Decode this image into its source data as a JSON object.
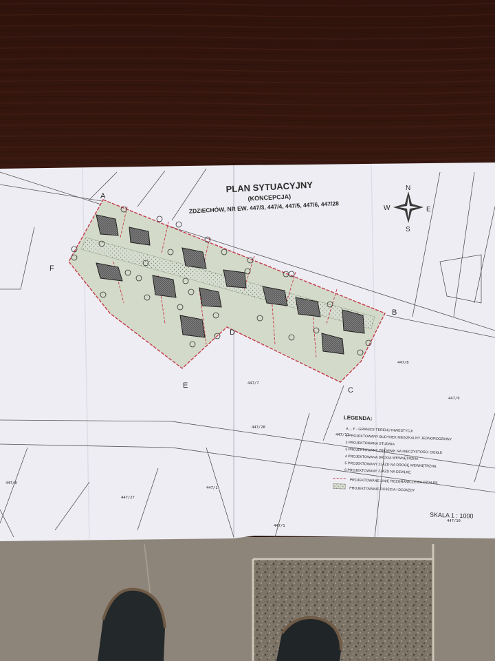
{
  "plan": {
    "title": "PLAN SYTUACYJNY",
    "subtitle": "(KONCEPCJA)",
    "location": "ZDZIECHÓW, NR EW. 447/3, 447/4, 447/5, 447/6, 447/28"
  },
  "compass": {
    "north": "N",
    "south": "S",
    "east": "E",
    "west": "W"
  },
  "corners": {
    "a": "A",
    "b": "B",
    "c": "C",
    "d": "D",
    "e": "E",
    "f": "F"
  },
  "parcels": {
    "p1": "447/7",
    "p2": "447/28",
    "p3": "447/8",
    "p4": "447/9",
    "p5": "447/27",
    "p6": "447/1",
    "p7": "447/8",
    "p8": "447/10",
    "p9": "447/11",
    "p10": "447/1"
  },
  "legend": {
    "title": "LEGENDA:",
    "items": [
      "A ... F - GRANICE TERENU INWESTYCJI",
      "1 PROJEKTOWANY BUDYNEK MIESZKALNY JEDNORODZINNY",
      "2 PROJEKTOWANA STUDNIA",
      "3 PROJEKTOWANY ZBIORNIK NA NIECZYSTOŚCI CIEKŁE",
      "4 PROJEKTOWANA DROGA WEWNĘTRZNA",
      "5 PROJEKTOWANY ZJAZD NA DROGĘ WEWNĘTRZNĄ",
      "6 PROJEKTOWANY ZJAZD NA DZIAŁKĘ"
    ],
    "line_item": "PROJEKTOWANE LINIE ROZGRANICZENIA DZIAŁEK",
    "hatch_item": "PROJEKTOWANE DOJŚCIA I DOJAZDY",
    "scale": "SKALA 1 : 1000"
  },
  "colors": {
    "paper": "#eeedf3",
    "table_wood": "#3a1a12",
    "roof": "#6f6f6f",
    "lot_fill": "#c9d4c0",
    "boundary": "#c43a4a",
    "floor": "#8a8176"
  }
}
